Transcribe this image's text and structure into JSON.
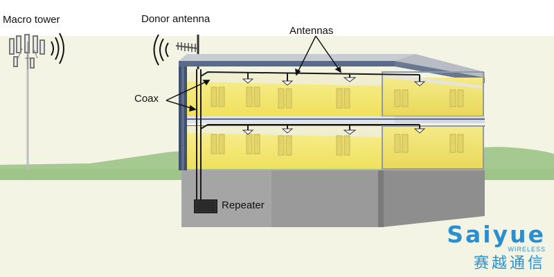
{
  "labels": {
    "macro_tower": "Macro tower",
    "donor_antenna": "Donor antenna",
    "antennas": "Antennas",
    "coax": "Coax",
    "repeater": "Repeater"
  },
  "logo": {
    "wordmark": "Saiyue",
    "subtitle": "WIRELESS",
    "chinese": "赛越通信"
  },
  "colors": {
    "sky": "#f4f4e4",
    "ground": "#9fc48a",
    "floor_interior": "#f3e96f",
    "wall_grey": "#9a9a9a",
    "brand_blue": "#2a8fd0"
  }
}
